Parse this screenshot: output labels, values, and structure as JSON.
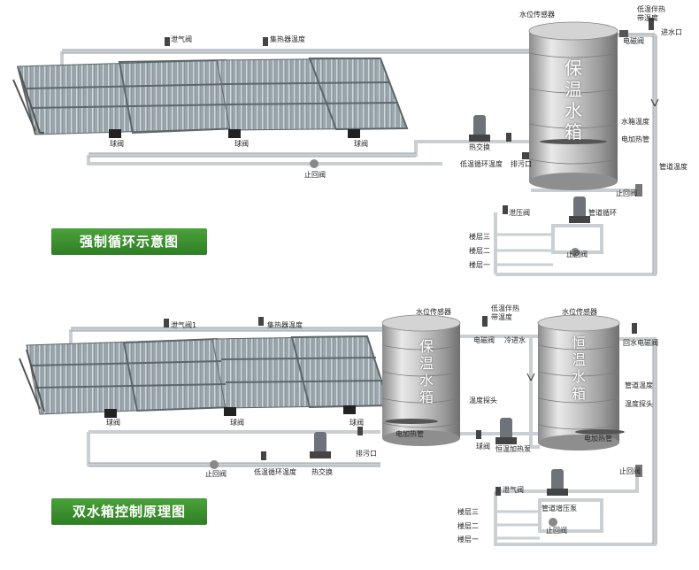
{
  "top": {
    "banner": "强制循环示意图",
    "labels": {
      "vent_valve": "泄气阀",
      "collector_temp": "集热器温度",
      "level_sensor": "水位传感器",
      "low_temp_tracing": "低温伴热\n带温度",
      "solenoid_valve": "电磁阀",
      "inlet": "进水口",
      "tank_level": "水箱温度",
      "electric_heater": "电加热管",
      "heat_exchanger": "热交换",
      "drain": "排污口",
      "low_temp_loop": "低温循环温度",
      "ball_valve": "球阀",
      "check_valve": "止回阀",
      "pipe_loop": "管道循环",
      "pipe_temp": "管道温度",
      "relief_valve": "泄压阀",
      "floor3": "楼层三",
      "floor2": "楼层二",
      "floor1": "楼层一"
    },
    "tank_name": [
      "保",
      "温",
      "水",
      "箱"
    ]
  },
  "bottom": {
    "banner": "双水箱控制原理图",
    "labels": {
      "vent_valve1": "泄气阀1",
      "collector_temp": "集热器温度",
      "level_sensor": "水位传感器",
      "low_temp_tracing": "低温伴热\n带温度",
      "solenoid_valve": "电磁阀",
      "cold_water": "冷进水",
      "temp_probe": "温度探头",
      "electric_heater": "电加热管",
      "ball_valve": "球阀",
      "drain": "排污口",
      "const_heat_pump": "恒温加热泵",
      "low_temp_loop": "低温循环温度",
      "heat_exchanger": "热交换",
      "check_valve": "止回阀",
      "level_sensor2": "水位传感器",
      "return_solenoid": "回水电磁阀",
      "pipe_temp": "管道温度",
      "temp_probe2": "温度探头",
      "electric_heater2": "电加热管",
      "relief_valve": "泄气阀",
      "booster_pump": "管道增压泵",
      "check_valve2": "止回阀",
      "floor3": "楼层三",
      "floor2": "楼层二",
      "floor1": "楼层一"
    },
    "tank1_name": [
      "保",
      "温",
      "水",
      "箱"
    ],
    "tank2_name": [
      "恒",
      "温",
      "水",
      "箱"
    ]
  }
}
